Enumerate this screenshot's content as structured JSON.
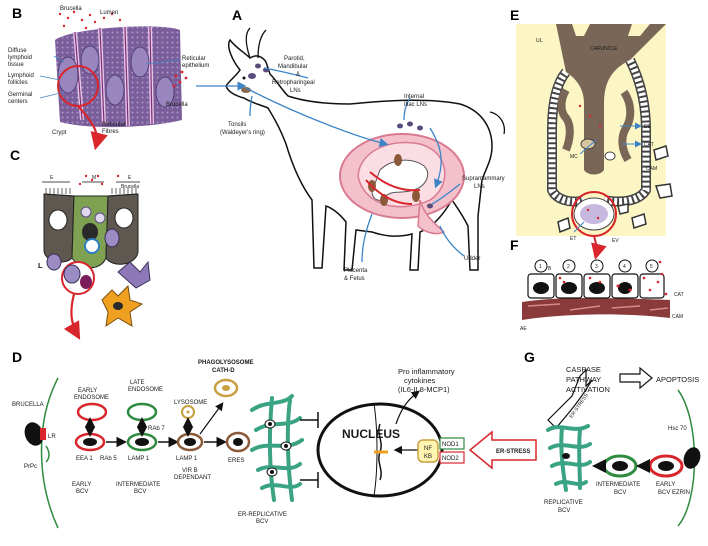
{
  "panels": {
    "a": "A",
    "b": "B",
    "c": "C",
    "d": "D",
    "e": "E",
    "f": "F",
    "g": "G"
  },
  "panel_b": {
    "brucella": "Brucella",
    "lumen": "Lumen",
    "diffuse_lymphoid_tissue": [
      "Diffuse",
      "lymphoid",
      "tissue"
    ],
    "lymphoid_follicles": [
      "Lymphoid",
      "follicles"
    ],
    "germinal_centers": [
      "Germinal",
      "centers"
    ],
    "crypt": "Crypt",
    "reticular_fibres": [
      "Reticular",
      "Fibres"
    ],
    "reticular_epithelium": [
      "Reticular",
      "epithelium"
    ]
  },
  "panel_c": {
    "e1": "E",
    "m": "M",
    "e2": "E",
    "brucella": "Brucella",
    "l": "L"
  },
  "panel_a": {
    "parotid_lns": [
      "Parotid,",
      "Mandibular",
      "&",
      "Retropharingeal",
      "LNs"
    ],
    "internal_iliac_lns": [
      "Internal",
      "Iliac LNs"
    ],
    "brucella": "Brucella",
    "tonsils": [
      "Tonsils",
      "(Waldeyer's ring)"
    ],
    "supramammary_lns": [
      "Supramammary",
      "LNs"
    ],
    "udder": "Udder",
    "placenta_fetus": [
      "Placenta",
      "& Fetus"
    ]
  },
  "panel_e": {
    "ul": "UL",
    "caruncle": "CARUNCLE",
    "ee": "EE",
    "cat": "CAT",
    "cam": "CAM",
    "mc": "MC",
    "et": "ET",
    "ev": "EV"
  },
  "panel_f": {
    "steps": [
      "1",
      "2",
      "3",
      "4",
      "5"
    ],
    "b": "B",
    "cat": "CAT",
    "ae": "AE",
    "cam": "CAM"
  },
  "panel_d": {
    "brucella": "BRUCELLA",
    "lr": "LR",
    "prpc": "PrPc",
    "early_endosome": [
      "EARLY",
      "ENDOSOME"
    ],
    "late_endosome": [
      "LATE",
      "ENDOSOME"
    ],
    "lysosome": "LYSOSOME",
    "phagolysosome": [
      "PHAGOLYSOSOME",
      "CATH-D"
    ],
    "rab7": "RAb 7",
    "eea1": "EEA 1",
    "rab5": "RAb 5",
    "lamp1a": "LAMP 1",
    "lamp1b": "LAMP 1",
    "early_bcv": [
      "EARLY",
      "BCV"
    ],
    "intermediate_bcv": [
      "INTERMEDIATE",
      "BCV"
    ],
    "virb": [
      "VIR B",
      "DEPENDANT"
    ],
    "eres": "ERES",
    "er_replicative_bcv": [
      "ER-REPLICATIVE",
      "BCV"
    ],
    "nucleus": "NUCLEUS",
    "cytokines": [
      "Pro inflammatory",
      "cytokines",
      "(IL6-IL8-MCP1)"
    ],
    "nfkb": [
      "NF",
      "KB"
    ],
    "nod1": "NOD1",
    "nod2": "NOD2"
  },
  "panel_g": {
    "er_stress_arrow": "ER-STRESS",
    "er_stress_diag": "ER-STRESS",
    "caspase": [
      "CASPASE",
      "PATHWAY",
      "ACTIVATION"
    ],
    "apoptosis": "APOPTOSIS",
    "hsc70": "Hsc 70",
    "ezrin": "EZRIN",
    "early_bcv": [
      "EARLY",
      "BCV"
    ],
    "intermediate_bcv": [
      "INTERMEDIATE",
      "BCV"
    ],
    "replicative_bcv": [
      "REPLICATIVE",
      "BCV"
    ]
  },
  "colors": {
    "lymph_purple": "#6b5a8e",
    "tissue_brown": "#7a6656",
    "pink": "#f4c0cc",
    "green": "#3aa383",
    "red": "#d8262c",
    "blue_arrow": "#3c84c6",
    "orange": "#f0a020"
  }
}
